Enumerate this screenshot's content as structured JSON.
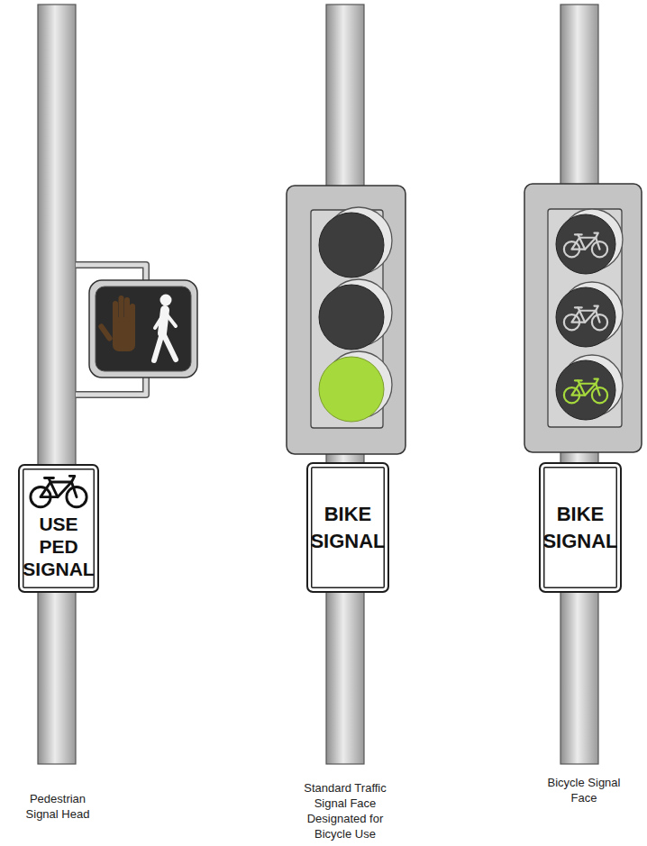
{
  "diagram": {
    "nodes": [
      {
        "text": [
          "USE PED SIGNAL"
        ]
      },
      {
        "text": [
          "BIKE SIGNAL"
        ]
      },
      {
        "text": [
          "BIKE SIGNAL"
        ]
      }
    ],
    "labels": [
      "Pedestrian Signal Head",
      "Standard Traffic Signal Face Designated for Bicycle Use",
      "Bicycle Signal Face"
    ]
  }
}
